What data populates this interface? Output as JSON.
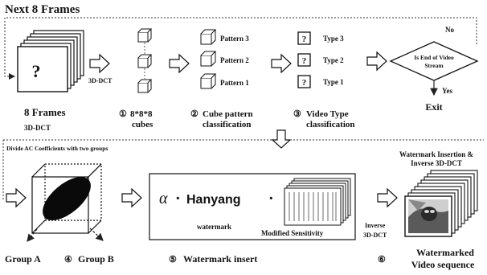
{
  "header": {
    "title": "Next 8 Frames"
  },
  "top_row": {
    "frames_mark": "?",
    "frames_label": "8 Frames",
    "dct_arrow_label": "3D-DCT",
    "dct_bottom_label": "3D-DCT",
    "step1_num": "①",
    "cubes_label_1": "8*8*8",
    "cubes_label_2": "cubes",
    "patterns": [
      "Pattern 3",
      "Pattern 2",
      "Pattern 1"
    ],
    "step2_num": "②",
    "pattern_label_1": "Cube pattern",
    "pattern_label_2": "classification",
    "types": [
      {
        "mark": "?",
        "label": "Type 3"
      },
      {
        "mark": "?",
        "label": "Type 2"
      },
      {
        "mark": "?",
        "label": "Type 1"
      }
    ],
    "step3_num": "③",
    "type_label_1": "Video Type",
    "type_label_2": "classification",
    "decision_line_1": "Is End of Video",
    "decision_line_2": "Stream",
    "no_label": "No",
    "yes_label": "Yes",
    "exit_label": "Exit"
  },
  "bottom_row": {
    "divide_label": "Divide AC Coefficients with two groups",
    "group_a": "Group A",
    "step4_num": "④",
    "group_b": "Group B",
    "alpha": "α",
    "dot_1": "·",
    "hanyang": "Hanyang",
    "dot_2": "·",
    "watermark_caption": "watermark",
    "sensitivity_caption": "Modified Sensitivity",
    "step5_num": "⑤",
    "insert_label": "Watermark insert",
    "wm_title_1": "Watermark Insertion &",
    "wm_title_2": "Inverse 3D-DCT",
    "inverse_1": "Inverse",
    "inverse_2": "3D-DCT",
    "step6_num": "⑥",
    "output_label_1": "Watermarked",
    "output_label_2": "Video sequence"
  }
}
